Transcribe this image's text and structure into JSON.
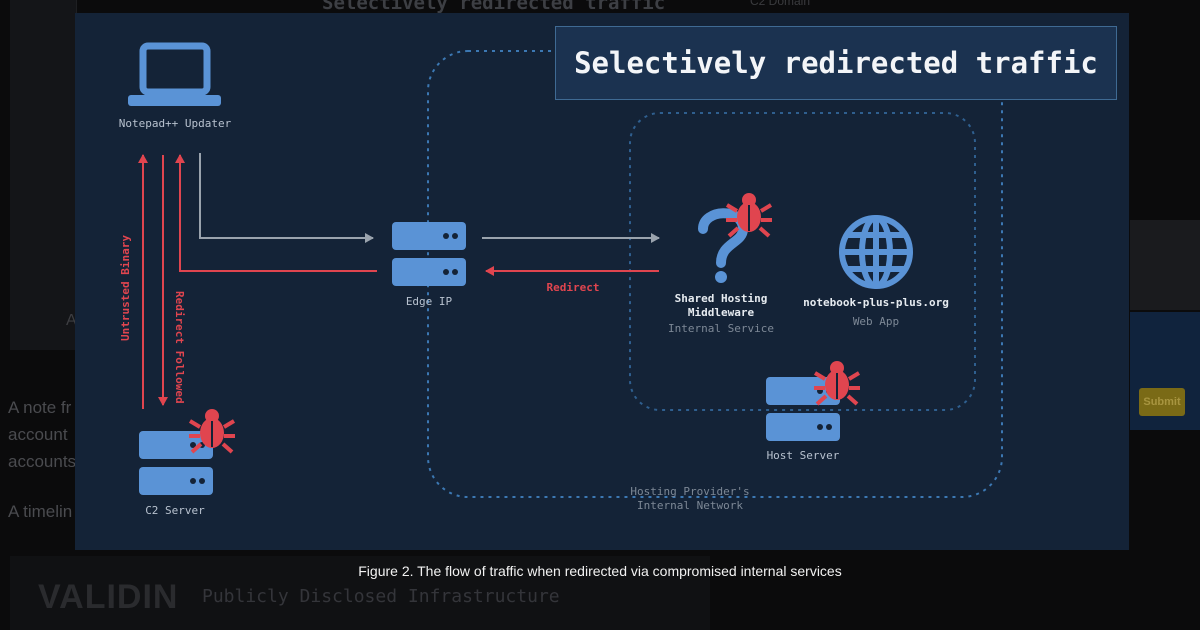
{
  "background": {
    "top_title": "Selectively redirected traffic",
    "top_right_text": "C2 Domain",
    "side_text_lines": [
      "A note fr",
      "account",
      "accounts",
      "A timelin"
    ],
    "left_fragment": "A",
    "submit_label": "Submit",
    "logo_text": "VALIDIN",
    "disclosed_text": "Publicly Disclosed Infrastructure"
  },
  "diagram": {
    "title": "Selectively redirected traffic",
    "nodes": {
      "updater": "Notepad++ Updater",
      "c2_server": "C2 Server",
      "edge_ip": "Edge IP",
      "middleware_line1": "Shared Hosting",
      "middleware_line2": "Middleware",
      "middleware_sub": "Internal Service",
      "webapp": "notebook-plus-plus.org",
      "webapp_sub": "Web App",
      "host_server": "Host Server",
      "network_line1": "Hosting Provider's",
      "network_line2": "Internal Network"
    },
    "arrows": {
      "untrusted_binary": "Untrusted Binary",
      "redirect_followed": "Redirect Followed",
      "redirect": "Redirect"
    },
    "colors": {
      "background": "#142337",
      "node_blue": "#5a93d6",
      "alert_red": "#e0454f",
      "arrow_gray": "#9aa3ad",
      "dashed_blue": "#3c78b3"
    },
    "icons": [
      "laptop-icon",
      "server-icon",
      "question-mark-icon",
      "globe-icon",
      "bug-icon"
    ]
  },
  "caption": "Figure 2. The flow of traffic when redirected via compromised internal services"
}
